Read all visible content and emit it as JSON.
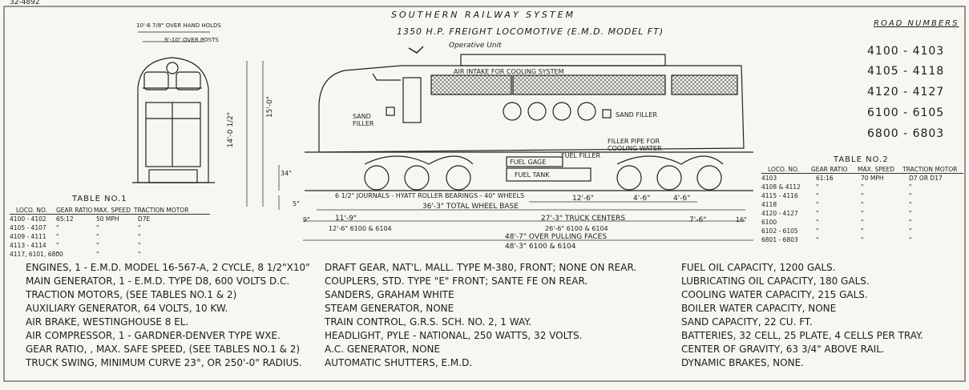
{
  "drawing_number": "32-4892",
  "header": {
    "railway": "SOUTHERN RAILWAY SYSTEM",
    "model": "1350 H.P. FREIGHT LOCOMOTIVE (E.M.D. MODEL FT)",
    "unit": "Operative Unit"
  },
  "road_numbers": {
    "title": "ROAD NUMBERS",
    "items": [
      "4100 - 4103",
      "4105 - 4118",
      "4120 - 4127",
      "6100 - 6105",
      "6800 - 6803"
    ]
  },
  "end_view": {
    "dim_over_hand_holds": "10'-6 7/8\" OVER HAND HOLDS",
    "dim_over_posts": "9'-10\" OVER POSTS",
    "dim_height_cab": "14'-0 1/2\"",
    "dim_height_total": "15'-0\"",
    "dim_34": "34\"",
    "dim_5": "5\""
  },
  "side_view_labels": {
    "air_intake": "AIR INTAKE FOR COOLING SYSTEM",
    "sand_filler_left": "SAND FILLER",
    "sand_filler_right": "SAND FILLER",
    "filler_pipe": "FILLER PIPE FOR COOLING WATER",
    "fuel_filler": "FUEL FILLER",
    "fuel_gage": "FUEL GAGE",
    "fuel_tank": "FUEL TANK",
    "journals": "6 1/2\" JOURNALS - HYATT ROLLER BEARINGS - 40\" WHEELS"
  },
  "dimensions": {
    "total_wheel_base": "36'-3\" TOTAL WHEEL BASE",
    "d12_6": "12'-6\"",
    "d4_6a": "4'-6\"",
    "d4_6b": "4'-6\"",
    "d11_9": "11'-9\"",
    "d12_6_var": "12'-6\" 6100 & 6104",
    "truck_centers": "27'-3\" TRUCK CENTERS",
    "d26_6": "26'-6\" 6100 & 6104",
    "d7_6": "7'-6\"",
    "d9": "9\"",
    "d16": "16\"",
    "over_pulling": "48'-7\" OVER PULLING FACES",
    "over_pulling_var": "48'-3\" 6100 & 6104"
  },
  "table1": {
    "title": "TABLE NO.1",
    "headers": [
      "LOCO. NO.",
      "GEAR RATIO",
      "MAX. SPEED",
      "TRACTION MOTOR"
    ],
    "rows": [
      [
        "4100 - 4102",
        "65:12",
        "50 MPH",
        "D7E"
      ],
      [
        "4105 - 4107",
        "\"",
        "\"",
        "\""
      ],
      [
        "4109 - 4111",
        "\"",
        "\"",
        "\""
      ],
      [
        "4113 - 4114",
        "\"",
        "\"",
        "\""
      ],
      [
        "4117, 6101, 6800",
        "\"",
        "\"",
        "\""
      ]
    ]
  },
  "table2": {
    "title": "TABLE NO.2",
    "headers": [
      "LOCO. NO.",
      "GEAR RATIO",
      "MAX. SPEED",
      "TRACTION MOTOR"
    ],
    "rows": [
      [
        "4103",
        "61:16",
        "70 MPH",
        "D7 OR D17"
      ],
      [
        "4108 & 4112",
        "\"",
        "\"",
        "\""
      ],
      [
        "4115 - 4116",
        "\"",
        "\"",
        "\""
      ],
      [
        "4118",
        "\"",
        "\"",
        "\""
      ],
      [
        "4120 - 4127",
        "\"",
        "\"",
        "\""
      ],
      [
        "6100",
        "\"",
        "\"",
        "\""
      ],
      [
        "6102 - 6105",
        "\"",
        "\"",
        "\""
      ],
      [
        "6801 - 6803",
        "\"",
        "\"",
        "\""
      ]
    ]
  },
  "specs_left": [
    "ENGINES, 1 - E.M.D. MODEL 16-567-A, 2 CYCLE, 8 1/2\"X10\"",
    "MAIN GENERATOR, 1 - E.M.D. TYPE D8, 600 VOLTS D.C.",
    "TRACTION MOTORS, (SEE TABLES NO.1 & 2)",
    "AUXILIARY GENERATOR, 64 VOLTS, 10 KW.",
    "AIR BRAKE, WESTINGHOUSE 8 EL.",
    "AIR COMPRESSOR, 1 - GARDNER-DENVER TYPE WXE.",
    "GEAR RATIO, , MAX. SAFE SPEED, (SEE TABLES NO.1 & 2)",
    "TRUCK SWING, MINIMUM CURVE 23°, OR 250'-0\" RADIUS."
  ],
  "specs_mid": [
    "DRAFT GEAR, NAT'L. MALL. TYPE M-380, FRONT; NONE ON REAR.",
    "COUPLERS, STD. TYPE \"E\" FRONT; SANTE FE ON REAR.",
    "SANDERS, GRAHAM WHITE",
    "STEAM GENERATOR, NONE",
    "TRAIN CONTROL, G.R.S. SCH. NO. 2, 1 WAY.",
    "HEADLIGHT, PYLE - NATIONAL, 250 WATTS, 32 VOLTS.",
    "A.C. GENERATOR, NONE",
    "AUTOMATIC SHUTTERS, E.M.D."
  ],
  "specs_right": [
    "FUEL OIL CAPACITY, 1200 GALS.",
    "LUBRICATING OIL CAPACITY, 180 GALS.",
    "COOLING WATER CAPACITY, 215 GALS.",
    "BOILER WATER CAPACITY, NONE",
    "SAND CAPACITY, 22 CU. FT.",
    "BATTERIES, 32 CELL, 25 PLATE, 4 CELLS PER TRAY.",
    "CENTER OF GRAVITY, 63 3/4\" ABOVE RAIL.",
    "DYNAMIC BRAKES, NONE."
  ]
}
